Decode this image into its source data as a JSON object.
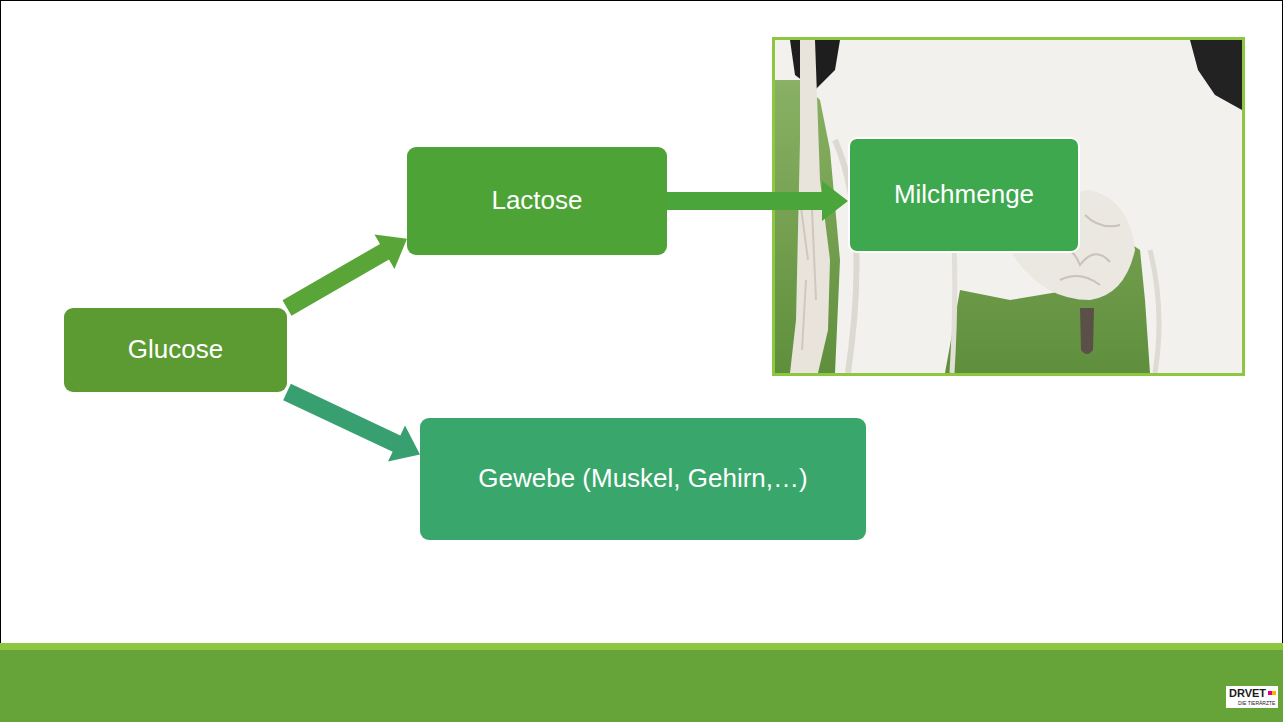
{
  "diagram": {
    "nodes": [
      {
        "text": [
          "Glucose"
        ]
      },
      {
        "text": [
          "Lactose"
        ]
      },
      {
        "text": [
          "Milchmenge"
        ]
      },
      {
        "text": [
          "Gewebe (Muskel, Gehirn,…)"
        ]
      }
    ],
    "edges": [
      {
        "from": 0,
        "to": 1,
        "arrow": "to"
      },
      {
        "from": 1,
        "to": 2,
        "arrow": "to"
      },
      {
        "from": 0,
        "to": 3,
        "arrow": "to"
      }
    ],
    "labels": [
      "DRVET",
      "DIE TIERÄRZTE"
    ]
  }
}
